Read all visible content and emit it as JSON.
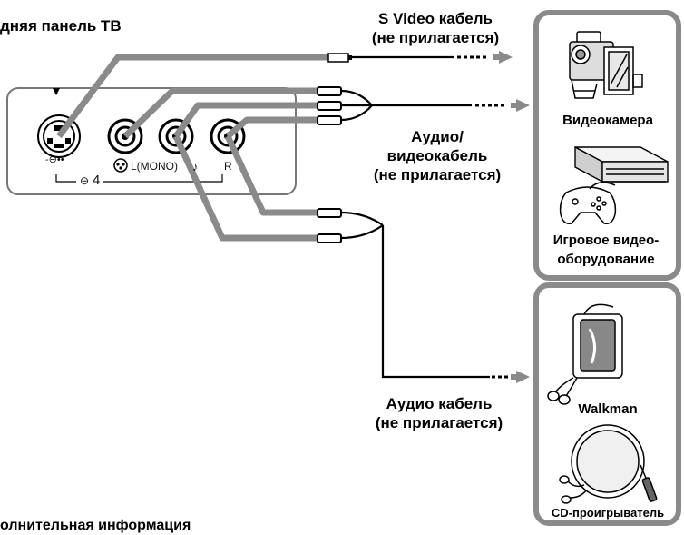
{
  "tv_panel_title": "дняя панель ТВ",
  "jacks": {
    "svideo_symbol": "-⊖••",
    "audio_left": "L(MONO)",
    "audio_right": "R",
    "music_note": "♪",
    "input_number": "4",
    "input_symbol": "⊖"
  },
  "cables": {
    "svideo": {
      "line1": "S Video кабель",
      "line2": "(не прилагается)"
    },
    "av": {
      "line1": "Аудио/",
      "line2": "видеокабель",
      "line3": "(не прилагается)"
    },
    "audio": {
      "line1": "Аудио кабель",
      "line2": "(не прилагается)"
    }
  },
  "devices": {
    "camcorder": "Видеокамера",
    "game_line1": "Игровое видео-",
    "game_line2": "оборудование",
    "walkman": "Walkman",
    "cd": "CD-проигрыватель"
  },
  "footer_text": "олнительная информация",
  "colors": {
    "cable_gray": "#8a8a8a",
    "line": "#000000",
    "panel_border": "#777777"
  }
}
